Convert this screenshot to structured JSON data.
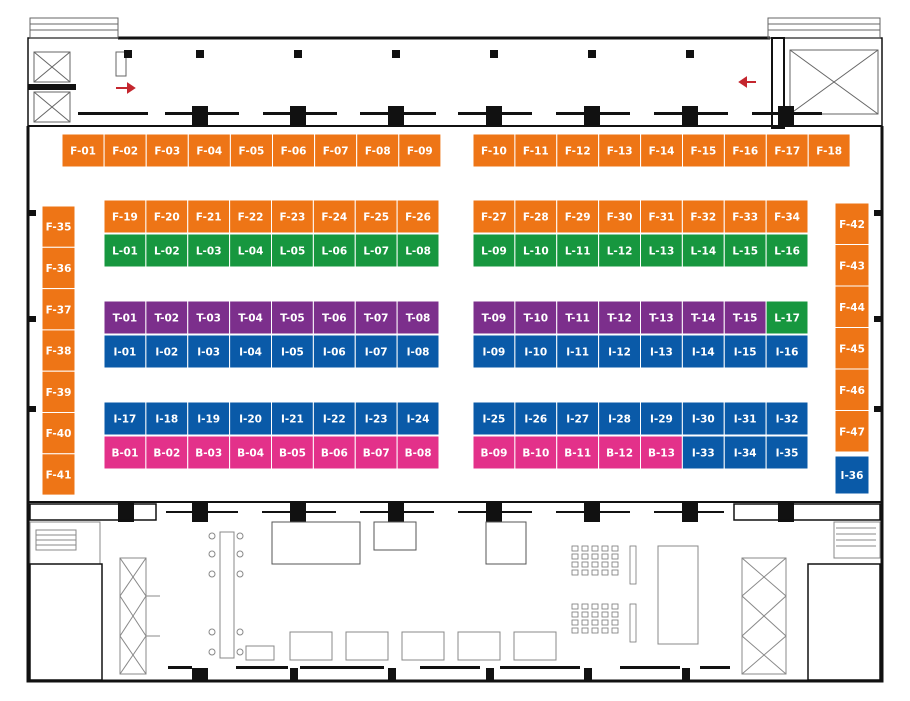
{
  "colors": {
    "F": "#ee7516",
    "L": "#17973f",
    "T": "#7c2f8c",
    "I": "#0a5aa8",
    "B": "#e3318a"
  },
  "booths": [
    {
      "id": "F-01",
      "cat": "F"
    },
    {
      "id": "F-02",
      "cat": "F"
    },
    {
      "id": "F-03",
      "cat": "F"
    },
    {
      "id": "F-04",
      "cat": "F"
    },
    {
      "id": "F-05",
      "cat": "F"
    },
    {
      "id": "F-06",
      "cat": "F"
    },
    {
      "id": "F-07",
      "cat": "F"
    },
    {
      "id": "F-08",
      "cat": "F"
    },
    {
      "id": "F-09",
      "cat": "F"
    },
    {
      "id": "F-10",
      "cat": "F"
    },
    {
      "id": "F-11",
      "cat": "F"
    },
    {
      "id": "F-12",
      "cat": "F"
    },
    {
      "id": "F-13",
      "cat": "F"
    },
    {
      "id": "F-14",
      "cat": "F"
    },
    {
      "id": "F-15",
      "cat": "F"
    },
    {
      "id": "F-16",
      "cat": "F"
    },
    {
      "id": "F-17",
      "cat": "F"
    },
    {
      "id": "F-18",
      "cat": "F"
    },
    {
      "id": "F-19",
      "cat": "F"
    },
    {
      "id": "F-20",
      "cat": "F"
    },
    {
      "id": "F-21",
      "cat": "F"
    },
    {
      "id": "F-22",
      "cat": "F"
    },
    {
      "id": "F-23",
      "cat": "F"
    },
    {
      "id": "F-24",
      "cat": "F"
    },
    {
      "id": "F-25",
      "cat": "F"
    },
    {
      "id": "F-26",
      "cat": "F"
    },
    {
      "id": "F-27",
      "cat": "F"
    },
    {
      "id": "F-28",
      "cat": "F"
    },
    {
      "id": "F-29",
      "cat": "F"
    },
    {
      "id": "F-30",
      "cat": "F"
    },
    {
      "id": "F-31",
      "cat": "F"
    },
    {
      "id": "F-32",
      "cat": "F"
    },
    {
      "id": "F-33",
      "cat": "F"
    },
    {
      "id": "F-34",
      "cat": "F"
    },
    {
      "id": "L-01",
      "cat": "L"
    },
    {
      "id": "L-02",
      "cat": "L"
    },
    {
      "id": "L-03",
      "cat": "L"
    },
    {
      "id": "L-04",
      "cat": "L"
    },
    {
      "id": "L-05",
      "cat": "L"
    },
    {
      "id": "L-06",
      "cat": "L"
    },
    {
      "id": "L-07",
      "cat": "L"
    },
    {
      "id": "L-08",
      "cat": "L"
    },
    {
      "id": "L-09",
      "cat": "L"
    },
    {
      "id": "L-10",
      "cat": "L"
    },
    {
      "id": "L-11",
      "cat": "L"
    },
    {
      "id": "L-12",
      "cat": "L"
    },
    {
      "id": "L-13",
      "cat": "L"
    },
    {
      "id": "L-14",
      "cat": "L"
    },
    {
      "id": "L-15",
      "cat": "L"
    },
    {
      "id": "L-16",
      "cat": "L"
    },
    {
      "id": "T-01",
      "cat": "T"
    },
    {
      "id": "T-02",
      "cat": "T"
    },
    {
      "id": "T-03",
      "cat": "T"
    },
    {
      "id": "T-04",
      "cat": "T"
    },
    {
      "id": "T-05",
      "cat": "T"
    },
    {
      "id": "T-06",
      "cat": "T"
    },
    {
      "id": "T-07",
      "cat": "T"
    },
    {
      "id": "T-08",
      "cat": "T"
    },
    {
      "id": "T-09",
      "cat": "T"
    },
    {
      "id": "T-10",
      "cat": "T"
    },
    {
      "id": "T-11",
      "cat": "T"
    },
    {
      "id": "T-12",
      "cat": "T"
    },
    {
      "id": "T-13",
      "cat": "T"
    },
    {
      "id": "T-14",
      "cat": "T"
    },
    {
      "id": "T-15",
      "cat": "T"
    },
    {
      "id": "L-17",
      "cat": "L"
    },
    {
      "id": "I-01",
      "cat": "I"
    },
    {
      "id": "I-02",
      "cat": "I"
    },
    {
      "id": "I-03",
      "cat": "I"
    },
    {
      "id": "I-04",
      "cat": "I"
    },
    {
      "id": "I-05",
      "cat": "I"
    },
    {
      "id": "I-06",
      "cat": "I"
    },
    {
      "id": "I-07",
      "cat": "I"
    },
    {
      "id": "I-08",
      "cat": "I"
    },
    {
      "id": "I-09",
      "cat": "I"
    },
    {
      "id": "I-10",
      "cat": "I"
    },
    {
      "id": "I-11",
      "cat": "I"
    },
    {
      "id": "I-12",
      "cat": "I"
    },
    {
      "id": "I-13",
      "cat": "I"
    },
    {
      "id": "I-14",
      "cat": "I"
    },
    {
      "id": "I-15",
      "cat": "I"
    },
    {
      "id": "I-16",
      "cat": "I"
    },
    {
      "id": "I-17",
      "cat": "I"
    },
    {
      "id": "I-18",
      "cat": "I"
    },
    {
      "id": "I-19",
      "cat": "I"
    },
    {
      "id": "I-20",
      "cat": "I"
    },
    {
      "id": "I-21",
      "cat": "I"
    },
    {
      "id": "I-22",
      "cat": "I"
    },
    {
      "id": "I-23",
      "cat": "I"
    },
    {
      "id": "I-24",
      "cat": "I"
    },
    {
      "id": "I-25",
      "cat": "I"
    },
    {
      "id": "I-26",
      "cat": "I"
    },
    {
      "id": "I-27",
      "cat": "I"
    },
    {
      "id": "I-28",
      "cat": "I"
    },
    {
      "id": "I-29",
      "cat": "I"
    },
    {
      "id": "I-30",
      "cat": "I"
    },
    {
      "id": "I-31",
      "cat": "I"
    },
    {
      "id": "I-32",
      "cat": "I"
    },
    {
      "id": "B-01",
      "cat": "B"
    },
    {
      "id": "B-02",
      "cat": "B"
    },
    {
      "id": "B-03",
      "cat": "B"
    },
    {
      "id": "B-04",
      "cat": "B"
    },
    {
      "id": "B-05",
      "cat": "B"
    },
    {
      "id": "B-06",
      "cat": "B"
    },
    {
      "id": "B-07",
      "cat": "B"
    },
    {
      "id": "B-08",
      "cat": "B"
    },
    {
      "id": "B-09",
      "cat": "B"
    },
    {
      "id": "B-10",
      "cat": "B"
    },
    {
      "id": "B-11",
      "cat": "B"
    },
    {
      "id": "B-12",
      "cat": "B"
    },
    {
      "id": "B-13",
      "cat": "B"
    },
    {
      "id": "I-33",
      "cat": "I"
    },
    {
      "id": "I-34",
      "cat": "I"
    },
    {
      "id": "I-35",
      "cat": "I"
    },
    {
      "id": "F-35",
      "cat": "F"
    },
    {
      "id": "F-36",
      "cat": "F"
    },
    {
      "id": "F-37",
      "cat": "F"
    },
    {
      "id": "F-38",
      "cat": "F"
    },
    {
      "id": "F-39",
      "cat": "F"
    },
    {
      "id": "F-40",
      "cat": "F"
    },
    {
      "id": "F-41",
      "cat": "F"
    },
    {
      "id": "F-42",
      "cat": "F"
    },
    {
      "id": "F-43",
      "cat": "F"
    },
    {
      "id": "F-44",
      "cat": "F"
    },
    {
      "id": "F-45",
      "cat": "F"
    },
    {
      "id": "F-46",
      "cat": "F"
    },
    {
      "id": "F-47",
      "cat": "F"
    },
    {
      "id": "I-36",
      "cat": "I"
    }
  ]
}
